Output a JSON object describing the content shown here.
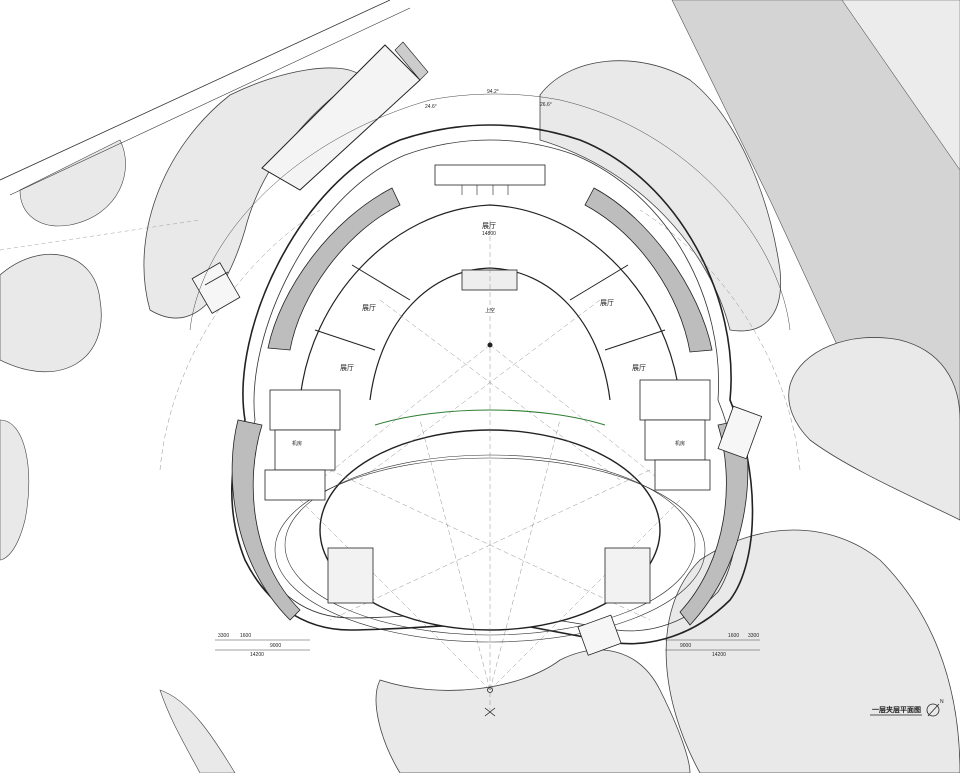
{
  "drawing": {
    "title": "一层夹层平面图",
    "north_symbol": "north-arrow"
  },
  "rooms": {
    "hall_top": "展厅",
    "hall_left": "展厅",
    "hall_left_lower": "展厅",
    "hall_right": "展厅",
    "hall_right_lower": "展厅",
    "upper_void": "上空",
    "service_left": "机房",
    "service_right": "机房"
  },
  "dimensions": {
    "top_total": "94.2°",
    "top_left": "24.6°",
    "top_right": "26.6°",
    "top_hall_width": "14800",
    "left_bottom": [
      "3300",
      "1600",
      "9000",
      "14200"
    ],
    "right_bottom": [
      "9000",
      "1600",
      "3300",
      "14200"
    ]
  },
  "colors": {
    "line": "#222222",
    "wall_fill": "#bdbdbd",
    "ground": "#e9e9e9",
    "road": "#d4d4d4",
    "accent_arc": "#2e7d32"
  }
}
